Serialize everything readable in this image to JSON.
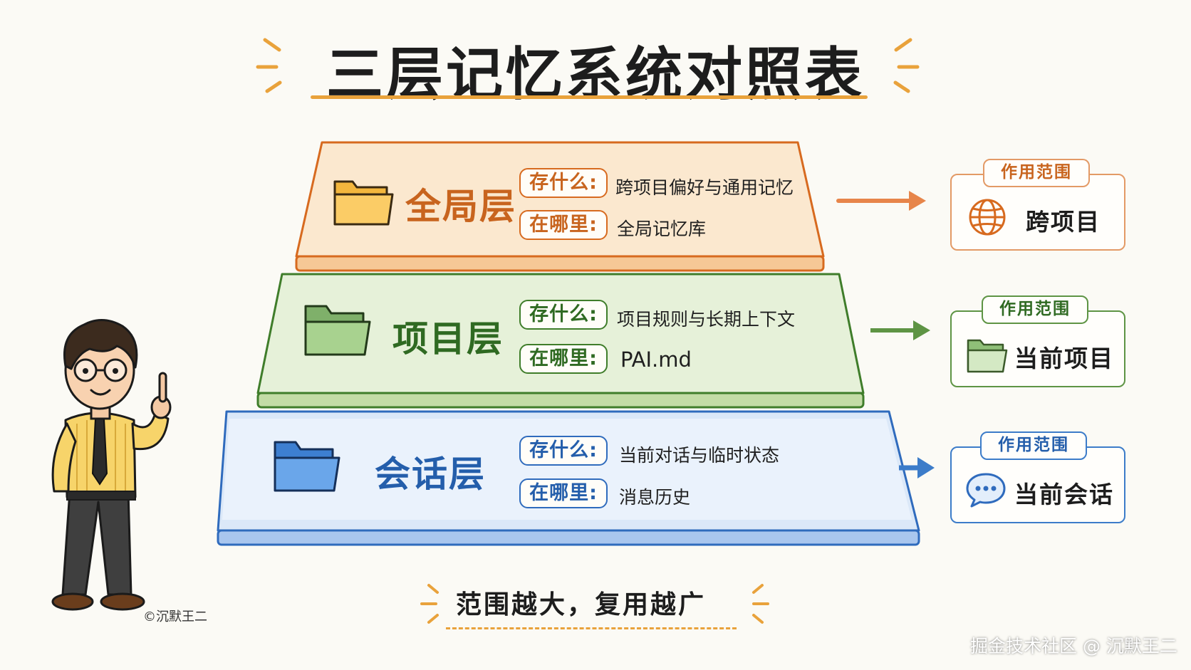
{
  "title": "三层记忆系统对照表",
  "colors": {
    "global": "#d76a1f",
    "project": "#3f7d2a",
    "session": "#2f6bbd",
    "accent": "#e9a23b"
  },
  "tiers": [
    {
      "id": "global",
      "name": "全局层",
      "what_label": "存什么:",
      "what_value": "跨项目偏好与通用记忆",
      "where_label": "在哪里:",
      "where_value": "全局记忆库",
      "scope_tag": "作用范围",
      "scope_value": "跨项目",
      "scope_icon": "globe-icon"
    },
    {
      "id": "project",
      "name": "项目层",
      "what_label": "存什么:",
      "what_value": "项目规则与长期上下文",
      "where_label": "在哪里:",
      "where_value": "PAI.md",
      "scope_tag": "作用范围",
      "scope_value": "当前项目",
      "scope_icon": "folder-icon"
    },
    {
      "id": "session",
      "name": "会话层",
      "what_label": "存什么:",
      "what_value": "当前对话与临时状态",
      "where_label": "在哪里:",
      "where_value": "消息历史",
      "scope_tag": "作用范围",
      "scope_value": "当前会话",
      "scope_icon": "chat-bubble-icon"
    }
  ],
  "motto": "范围越大，复用越广",
  "copyright": "©沉默王二",
  "watermark": "掘金技术社区 @ 沉默王二"
}
